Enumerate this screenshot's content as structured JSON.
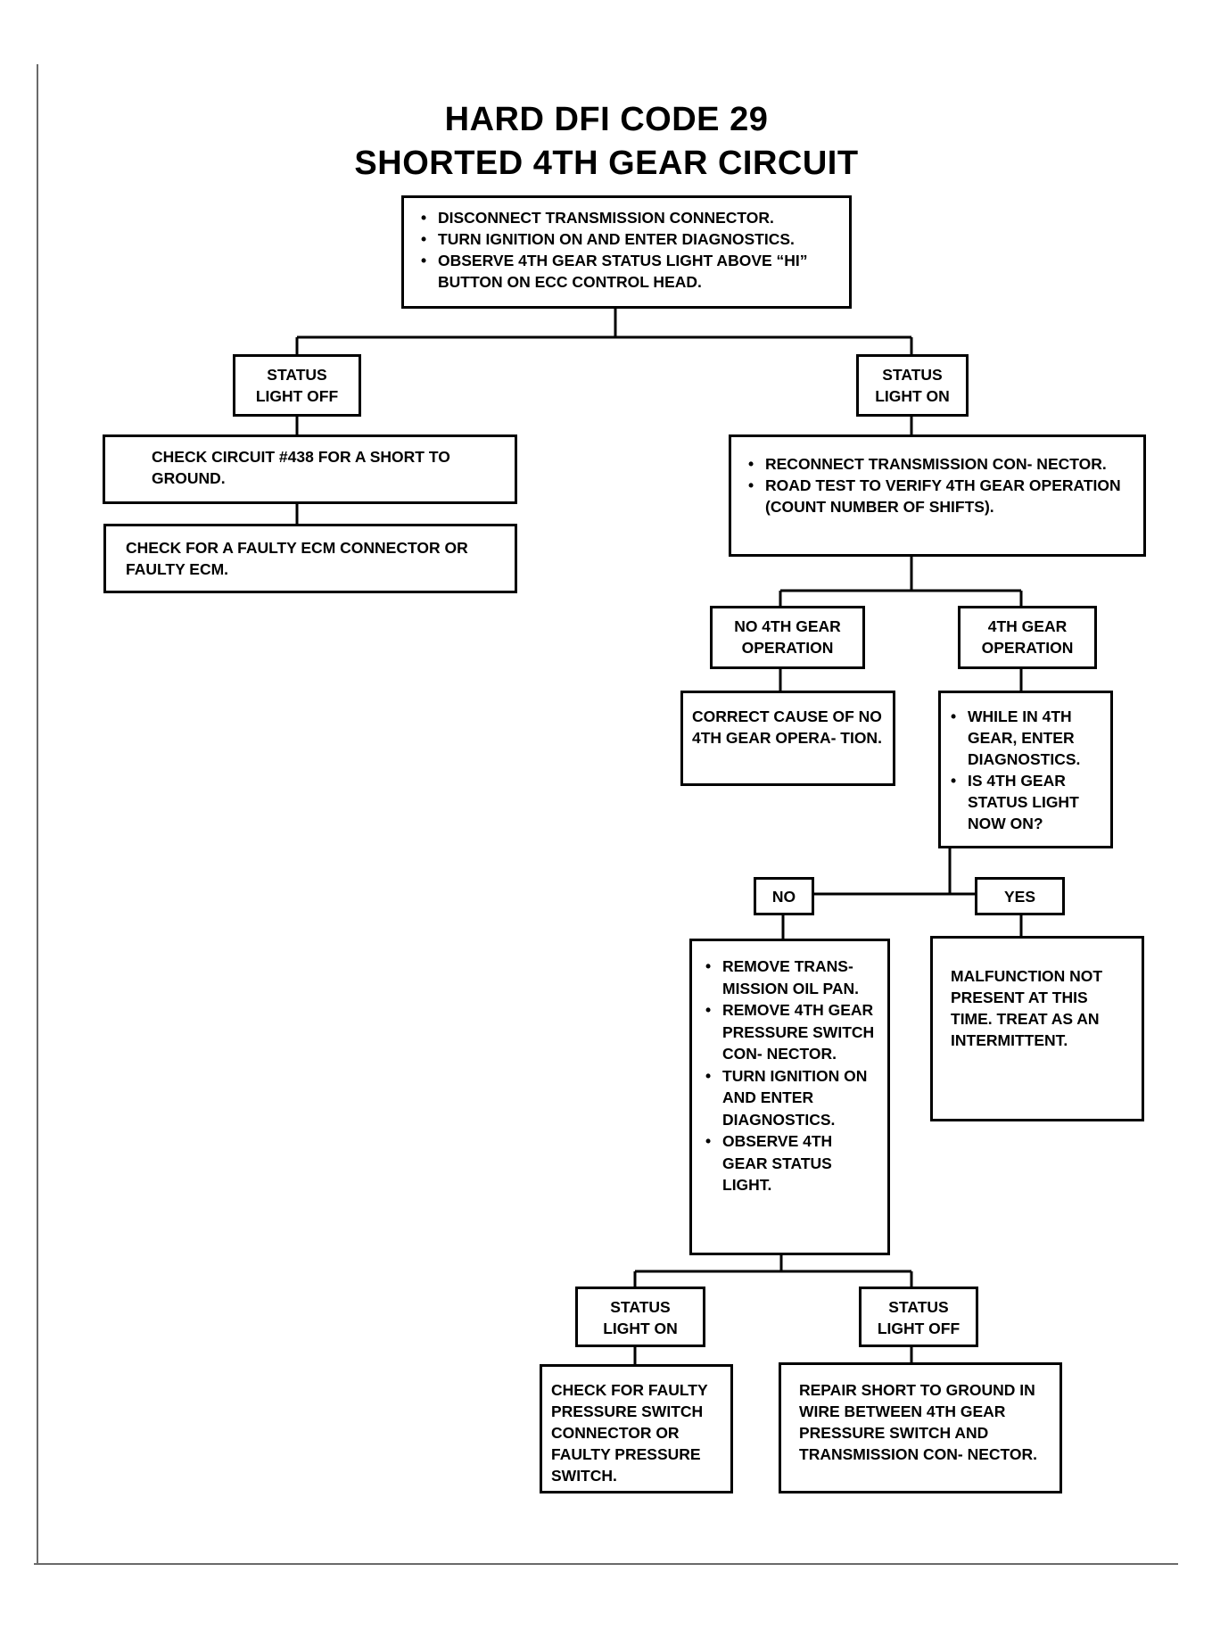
{
  "title": {
    "line1": "HARD DFI CODE 29",
    "line2": "SHORTED 4TH GEAR CIRCUIT"
  },
  "nodes": {
    "start": {
      "bullets": [
        "DISCONNECT TRANSMISSION CONNECTOR.",
        "TURN IGNITION ON AND ENTER DIAGNOSTICS.",
        "OBSERVE 4TH GEAR STATUS LIGHT ABOVE “HI” BUTTON ON ECC CONTROL HEAD."
      ]
    },
    "status_off_1": {
      "line1": "STATUS",
      "line2": "LIGHT OFF"
    },
    "status_on_1": {
      "line1": "STATUS",
      "line2": "LIGHT ON"
    },
    "check_438": {
      "text": "CHECK CIRCUIT #438 FOR A SHORT TO GROUND."
    },
    "check_ecm": {
      "text": "CHECK FOR A FAULTY ECM CONNECTOR OR FAULTY ECM."
    },
    "reconnect": {
      "bullets": [
        "RECONNECT TRANSMISSION CON- NECTOR.",
        "ROAD TEST TO VERIFY 4TH GEAR OPERATION (COUNT NUMBER OF SHIFTS)."
      ]
    },
    "no_4th": {
      "line1": "NO 4TH GEAR",
      "line2": "OPERATION"
    },
    "yes_4th": {
      "line1": "4TH GEAR",
      "line2": "OPERATION"
    },
    "correct_cause": {
      "text": "CORRECT CAUSE OF NO 4TH GEAR OPERA- TION."
    },
    "while_4th": {
      "bullets": [
        "WHILE IN 4TH GEAR, ENTER DIAGNOSTICS.",
        "IS 4TH GEAR STATUS LIGHT NOW ON?"
      ]
    },
    "no": {
      "text": "NO"
    },
    "yes": {
      "text": "YES"
    },
    "remove_pan": {
      "bullets": [
        "REMOVE TRANS- MISSION OIL PAN.",
        "REMOVE 4TH GEAR PRESSURE SWITCH CON- NECTOR.",
        "TURN IGNITION ON AND ENTER DIAGNOSTICS.",
        "OBSERVE 4TH GEAR STATUS LIGHT."
      ]
    },
    "malfunction": {
      "text": "MALFUNCTION NOT PRESENT AT THIS TIME. TREAT AS AN INTERMITTENT."
    },
    "status_on_2": {
      "line1": "STATUS",
      "line2": "LIGHT ON"
    },
    "status_off_2": {
      "line1": "STATUS",
      "line2": "LIGHT OFF"
    },
    "faulty_switch": {
      "text": "CHECK FOR FAULTY PRESSURE SWITCH CONNECTOR OR FAULTY PRESSURE SWITCH."
    },
    "repair_short": {
      "text": "REPAIR SHORT TO GROUND IN WIRE BETWEEN 4TH GEAR PRESSURE SWITCH AND TRANSMISSION CON- NECTOR."
    }
  }
}
